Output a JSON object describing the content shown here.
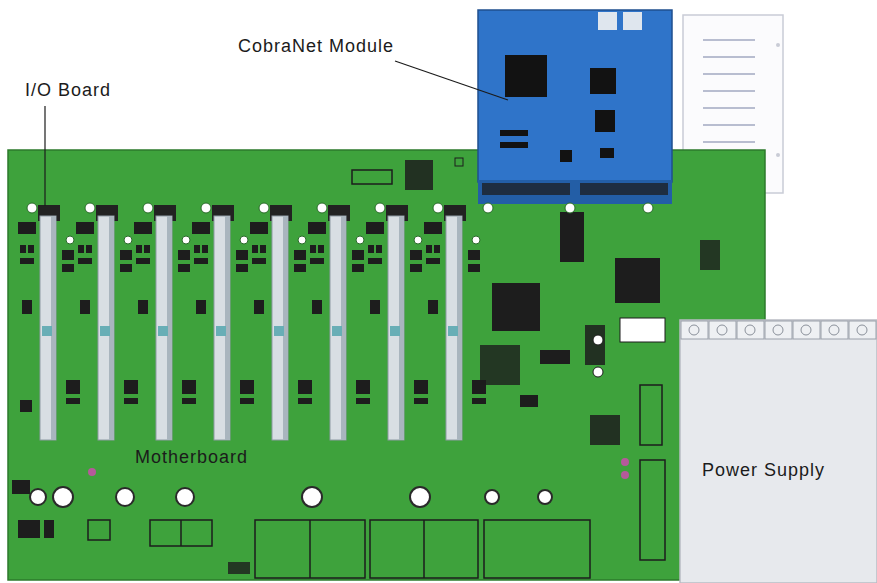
{
  "diagram": {
    "nodes": [
      {
        "text": [
          "Motherboard"
        ]
      },
      {
        "text": [
          "Power Supply"
        ]
      }
    ],
    "labels": [
      "CobraNet Module",
      "I/O Board"
    ]
  }
}
